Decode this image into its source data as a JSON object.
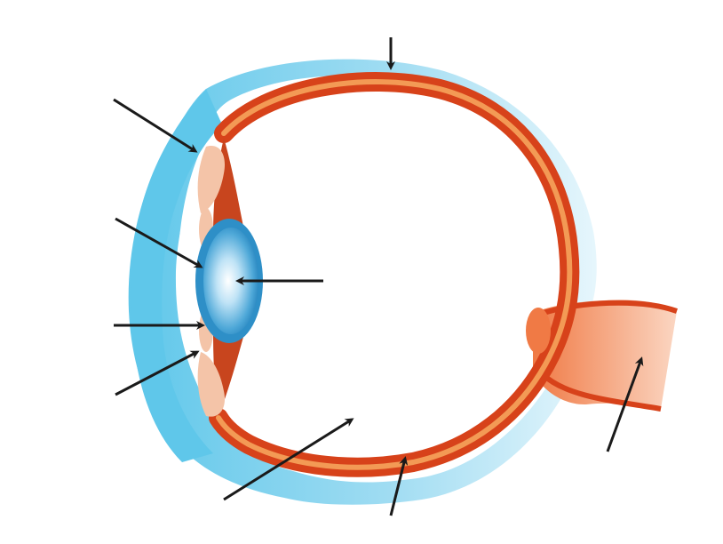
{
  "diagram": {
    "type": "eye-cross-section",
    "labels_shown": false,
    "colors": {
      "background": "#ffffff",
      "sclera": "#5fc7ea",
      "sclera_fade": "#c9ecf8",
      "cornea_gap": "#ffffff",
      "choroid": "#d7421a",
      "choroid_band": "#f39a55",
      "choroid_dark": "#b3300f",
      "ciliary": "#c8451e",
      "lens_outer": "#2e8fc7",
      "lens_inner": "#e9f6fd",
      "suspensory": "#f4c4a8",
      "optic_nerve": "#f5b592",
      "optic_nerve_edge": "#d7421a",
      "arrow": "#1a1a1a",
      "label_box": "#ffffff"
    },
    "pointers": [
      {
        "name": "sclera-pointer"
      },
      {
        "name": "cornea-pointer"
      },
      {
        "name": "pupil-pointer"
      },
      {
        "name": "lens-pointer"
      },
      {
        "name": "iris-pointer"
      },
      {
        "name": "ciliary-body-pointer"
      },
      {
        "name": "vitreous-humour-pointer"
      },
      {
        "name": "retina-pointer"
      },
      {
        "name": "optic-nerve-pointer"
      }
    ],
    "label_boxes": [
      {
        "name": "label-box-lens"
      },
      {
        "name": "label-box-optic-nerve"
      },
      {
        "name": "label-box-vitreous"
      }
    ]
  }
}
